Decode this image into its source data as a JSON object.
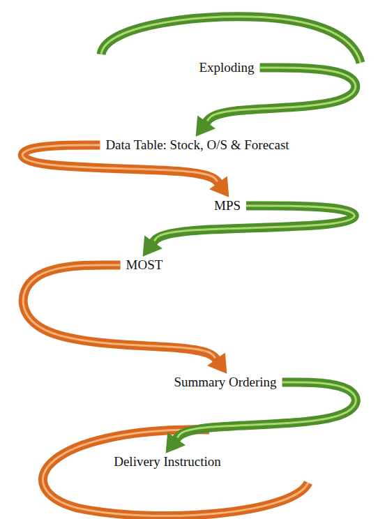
{
  "diagram": {
    "nodes": [
      {
        "text": [
          "Exploding"
        ]
      },
      {
        "text": [
          "Data Table: Stock, O/S & Forecast"
        ]
      },
      {
        "text": [
          "MPS"
        ]
      },
      {
        "text": [
          "MOST"
        ]
      },
      {
        "text": [
          "Summary Ordering"
        ]
      },
      {
        "text": [
          "Delivery Instruction"
        ]
      }
    ],
    "edges": [
      {
        "from": 0,
        "to": 1,
        "arrow": "to"
      },
      {
        "from": 1,
        "to": 2,
        "arrow": "to"
      },
      {
        "from": 2,
        "to": 3,
        "arrow": "to"
      },
      {
        "from": 3,
        "to": 4,
        "arrow": "to"
      },
      {
        "from": 4,
        "to": 5,
        "arrow": "to"
      }
    ]
  }
}
